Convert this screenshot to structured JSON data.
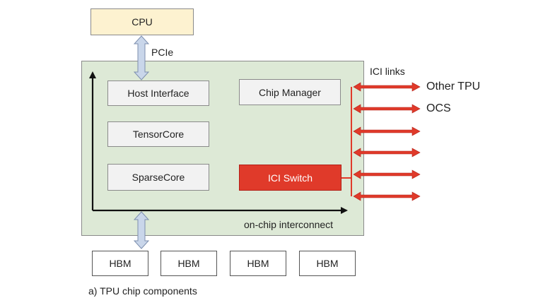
{
  "cpu": {
    "label": "CPU"
  },
  "pcie": {
    "label": "PCIe"
  },
  "chip": {
    "components": {
      "host_interface": "Host Interface",
      "tensorcore": "TensorCore",
      "sparsecore": "SparseCore",
      "chip_manager": "Chip Manager",
      "ici_switch": "ICI Switch"
    },
    "interconnect_label": "on-chip interconnect"
  },
  "ici_links": {
    "label": "ICI links",
    "targets": [
      "Other TPU",
      "OCS"
    ]
  },
  "hbm": [
    "HBM",
    "HBM",
    "HBM",
    "HBM"
  ],
  "caption": "a) TPU chip components",
  "colors": {
    "cpu_fill": "#fdf2d0",
    "chip_fill": "#dde9d6",
    "component_fill": "#f2f2f2",
    "ici_switch_fill": "#e03a2a",
    "ici_link_color": "#e03a2a",
    "connector_fill": "#c9d6ea"
  }
}
